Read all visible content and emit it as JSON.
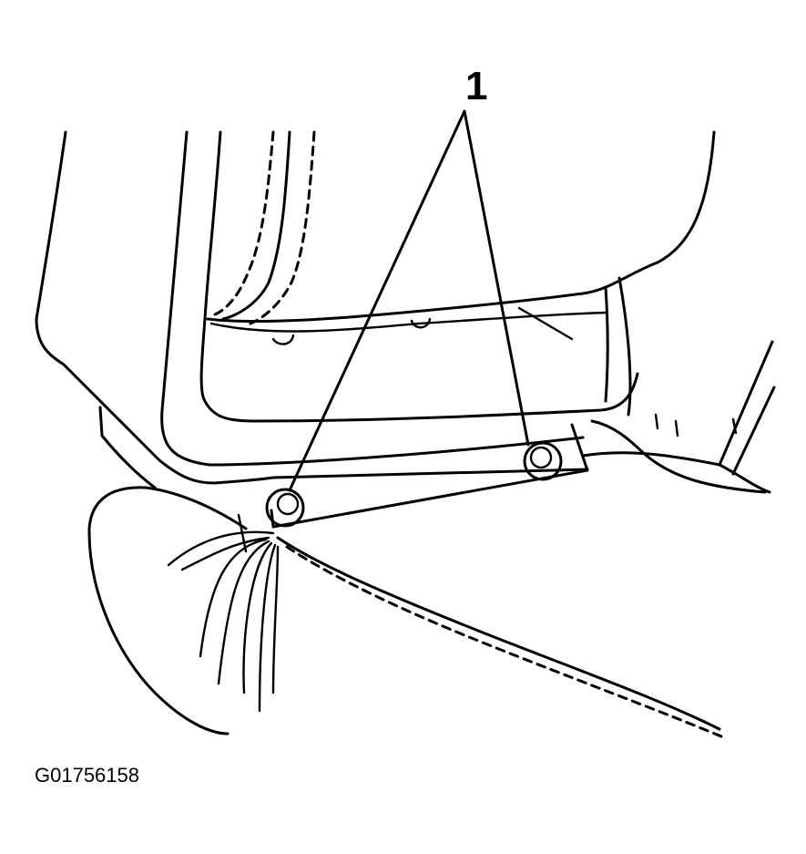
{
  "callout": {
    "label": "1",
    "target": "bolts"
  },
  "figure": {
    "id": "G01756158"
  },
  "colors": {
    "line": "#000000",
    "background": "#ffffff"
  }
}
